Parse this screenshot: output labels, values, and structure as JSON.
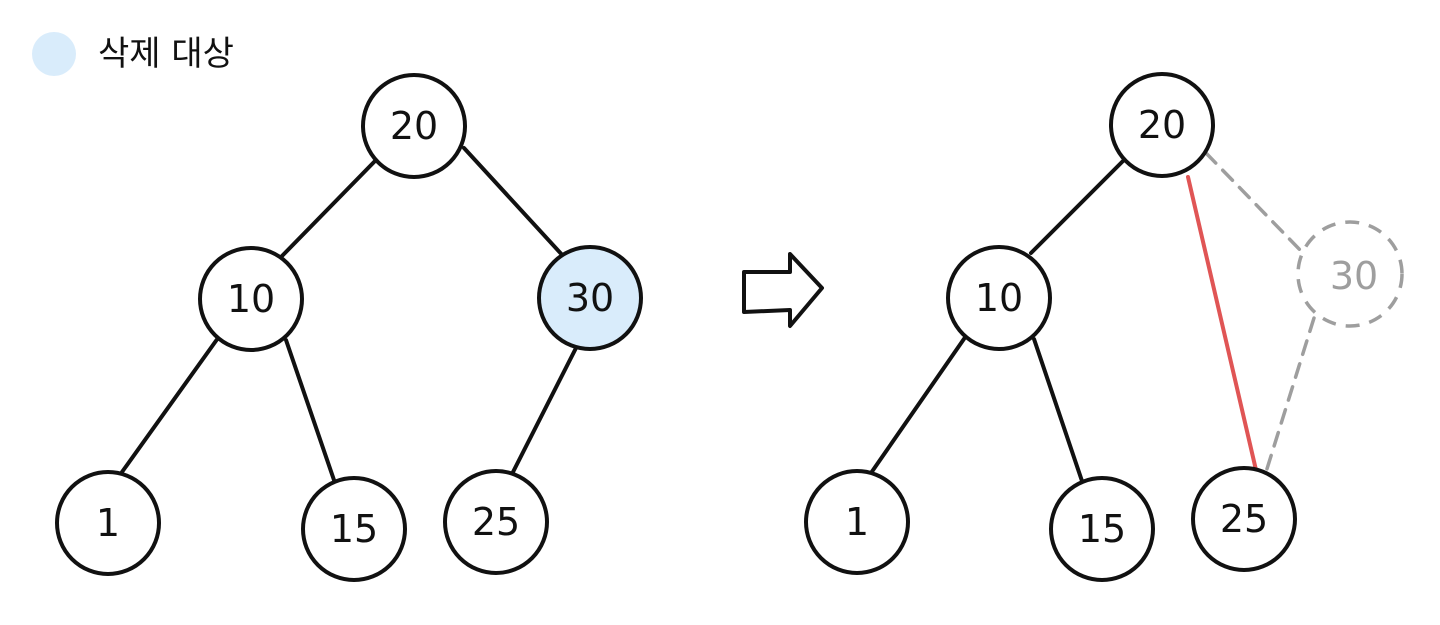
{
  "legend": {
    "label": "삭제 대상",
    "color": "#d9ecfb"
  },
  "colors": {
    "stroke": "#111111",
    "fill": "#ffffff",
    "highlight": "#d9ecfb",
    "new_link": "#e05555",
    "ghost": "#9e9e9e"
  },
  "before": {
    "nodes": {
      "root": "20",
      "left": "10",
      "right": "30",
      "left_left": "1",
      "left_right": "15",
      "right_left": "25"
    },
    "deleted_node": "30"
  },
  "after": {
    "nodes": {
      "root": "20",
      "left": "10",
      "left_left": "1",
      "left_right": "15",
      "right": "25"
    },
    "ghost_node": "30"
  },
  "transition_icon": "right-arrow-icon"
}
